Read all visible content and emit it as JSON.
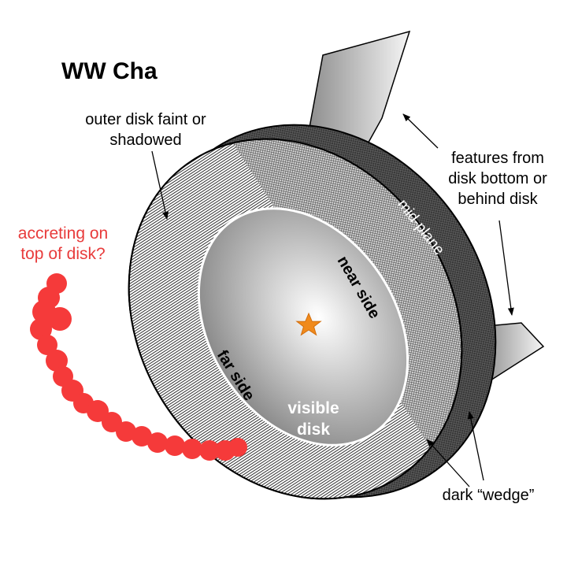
{
  "title": "WW Cha",
  "labels": {
    "outer_disk_line1": "outer disk faint or",
    "outer_disk_line2": "shadowed",
    "accreting_line1": "accreting on",
    "accreting_line2": "top of disk?",
    "features_line1": "features from",
    "features_line2": "disk bottom or",
    "features_line3": "behind disk",
    "mid_plane": "mid-plane",
    "near_side": "near side",
    "far_side": "far side",
    "visible_line1": "visible",
    "visible_line2": "disk",
    "dark_wedge": "dark “wedge”"
  },
  "colors": {
    "accretion": "#f53a3a",
    "star": "#f08a1c",
    "rim": "#3a3a3a",
    "label_red": "#e83b3b"
  },
  "icons": {
    "star": "star-icon"
  }
}
